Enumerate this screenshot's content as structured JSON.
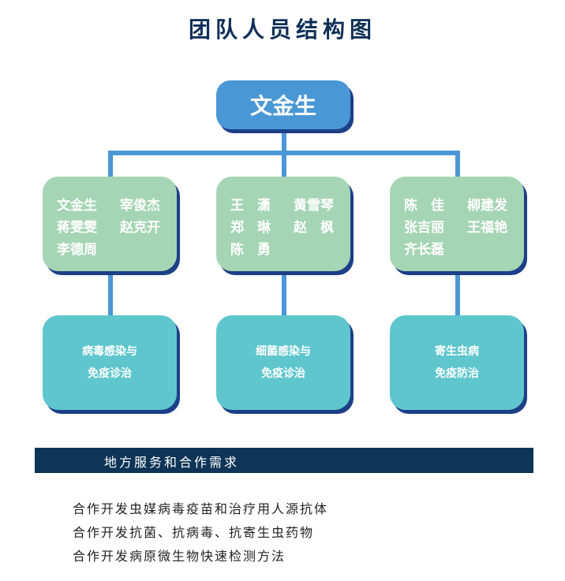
{
  "title": "团队人员结构图",
  "root": {
    "label": "文金生"
  },
  "teams": [
    {
      "members": [
        [
          "文金生",
          "宰俊杰"
        ],
        [
          "蒋雯雯",
          "赵克开"
        ],
        [
          "李德周",
          ""
        ]
      ],
      "topic": [
        "病毒感染与",
        "免疫诊治"
      ]
    },
    {
      "members": [
        [
          "王　潇",
          "黄雪琴"
        ],
        [
          "郑　琳",
          "赵　枫"
        ],
        [
          "陈　勇",
          ""
        ]
      ],
      "topic": [
        "细菌感染与",
        "免疫诊治"
      ]
    },
    {
      "members": [
        [
          "陈　佳",
          "柳建发"
        ],
        [
          "张吉丽",
          "王福艳"
        ],
        [
          "齐长磊",
          ""
        ]
      ],
      "topic": [
        "寄生虫病",
        "免疫防治"
      ]
    }
  ],
  "section": {
    "title": "地方服务和合作需求",
    "items": [
      "合作开发虫媒病毒疫苗和治疗用人源抗体",
      "合作开发抗菌、抗病毒、抗寄生虫药物",
      "合作开发病原微生物快速检测方法"
    ]
  }
}
